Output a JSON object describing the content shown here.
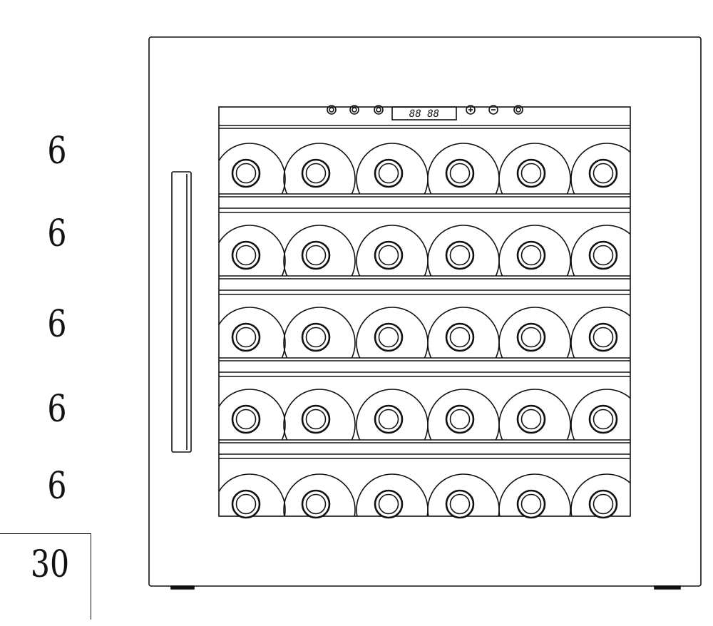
{
  "shelf_counts": [
    "6",
    "6",
    "6",
    "6",
    "6"
  ],
  "total_capacity": "30",
  "display_readout": "88 88",
  "left_buttons": [
    "light-button-icon",
    "power-button-icon",
    "fan-button-icon"
  ],
  "right_buttons": [
    "plus-button-icon",
    "minus-button-icon",
    "set-button-icon"
  ],
  "shelves": 5,
  "bottles_per_shelf": 6,
  "colors": {
    "line": "#111111",
    "background": "#ffffff"
  }
}
